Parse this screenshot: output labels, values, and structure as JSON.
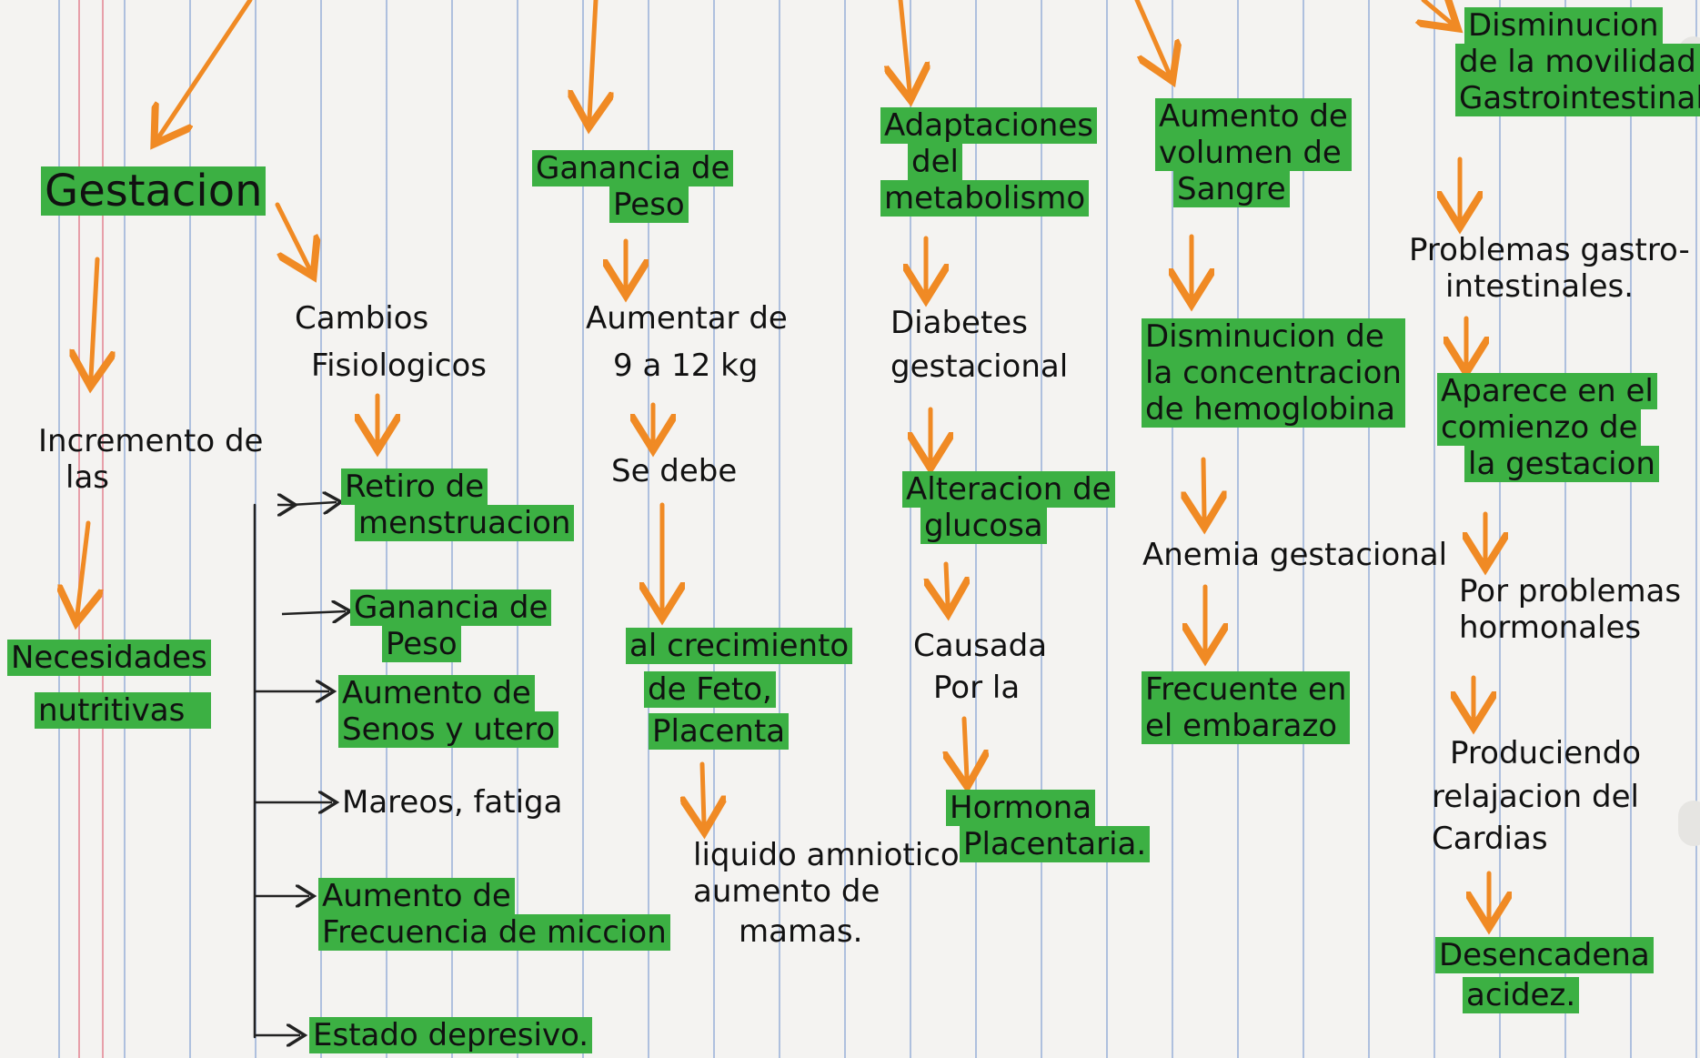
{
  "colors": {
    "highlight": "#3cb043",
    "arrow": "#f08a24",
    "ink": "#111111",
    "paper": "#f4f3f1",
    "rule": "#5a82c8"
  },
  "col1": {
    "title": [
      "Gestacion"
    ],
    "t1": [
      "Incremento de",
      "las"
    ],
    "t2": [
      "Necesidades",
      "nutritivas"
    ]
  },
  "col2": {
    "title": [
      "Cambios",
      "Fisiologicos"
    ],
    "items": [
      [
        "Retiro de",
        "menstruacion"
      ],
      [
        "Ganancia de",
        "Peso"
      ],
      [
        "Aumento de",
        "Senos y utero"
      ],
      [
        "Mareos, fatiga"
      ],
      [
        "Aumento de",
        "Frecuencia de miccion"
      ],
      [
        "Estado depresivo."
      ]
    ]
  },
  "col3": {
    "title": [
      "Ganancia de",
      "Peso"
    ],
    "t1": [
      "Aumentar de",
      "9 a 12 kg"
    ],
    "t2": [
      "Se debe"
    ],
    "t3": [
      "al crecimiento",
      "de Feto,",
      "Placenta"
    ],
    "t4": [
      "liquido amniotico",
      "aumento de",
      "mamas."
    ]
  },
  "col4": {
    "title": [
      "Adaptaciones",
      "del",
      "metabolismo"
    ],
    "t1": [
      "Diabetes",
      "gestacional"
    ],
    "t2": [
      "Alteracion de",
      "glucosa"
    ],
    "t3": [
      "Causada",
      "Por la"
    ],
    "t4": [
      "Hormona",
      "Placentaria."
    ]
  },
  "col5": {
    "title": [
      "Aumento de",
      "volumen de",
      "Sangre"
    ],
    "t1": [
      "Disminucion de",
      "la concentracion",
      "de hemoglobina"
    ],
    "t2": [
      "Anemia gestacional"
    ],
    "t3": [
      "Frecuente en",
      "el embarazo"
    ]
  },
  "col6": {
    "title": [
      "Disminucion",
      "de la movilidad",
      "Gastrointestinal"
    ],
    "t1": [
      "Problemas gastro-",
      "intestinales."
    ],
    "t2": [
      "Aparece en el",
      "comienzo de",
      "la gestacion"
    ],
    "t3": [
      "Por problemas",
      "hormonales"
    ],
    "t4": [
      "Produciendo",
      "relajacion del",
      "Cardias"
    ],
    "t5": [
      "Desencadena",
      "acidez."
    ]
  }
}
